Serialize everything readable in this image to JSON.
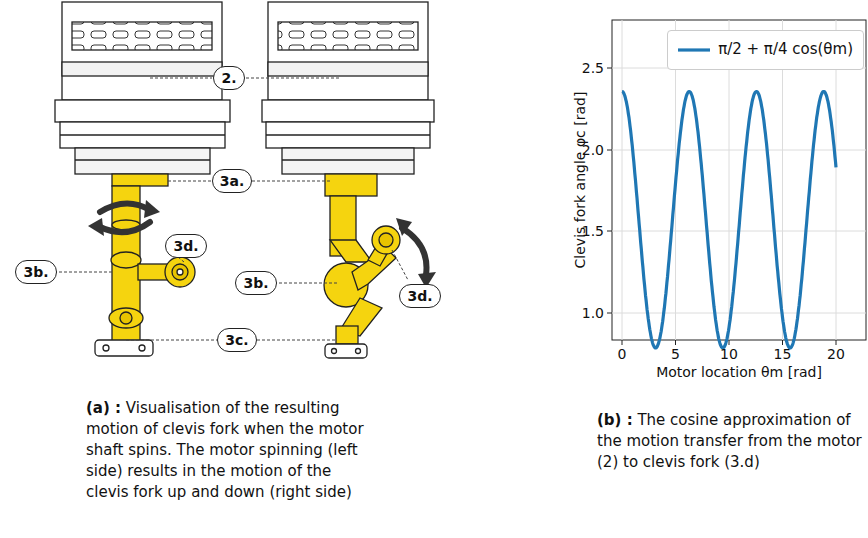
{
  "diagram": {
    "nodes": [
      {
        "text": [
          "2."
        ]
      },
      {
        "text": [
          "3a."
        ]
      },
      {
        "text": [
          "3d."
        ]
      },
      {
        "text": [
          "3b."
        ]
      },
      {
        "text": [
          "3b."
        ]
      },
      {
        "text": [
          "3d."
        ]
      },
      {
        "text": [
          "3c."
        ]
      }
    ],
    "labels": [
      "(a) :",
      "Visualisation of the resulting motion of clevis fork when the motor shaft spins. The motor spinning (left side) results in the motion of the clevis fork up and down (right side)",
      "(b) :",
      "The cosine approximation of the motion transfer from the motor (2) to clevis fork (3.d)",
      "Clevis fork angle φc [rad]",
      "Motor location θm [rad]",
      "1.0",
      "1.5",
      "2.0",
      "2.5",
      "0",
      "5",
      "10",
      "15",
      "20"
    ],
    "legend": [
      {
        "text": "π/2 + π/4 cos(θm)"
      }
    ]
  }
}
